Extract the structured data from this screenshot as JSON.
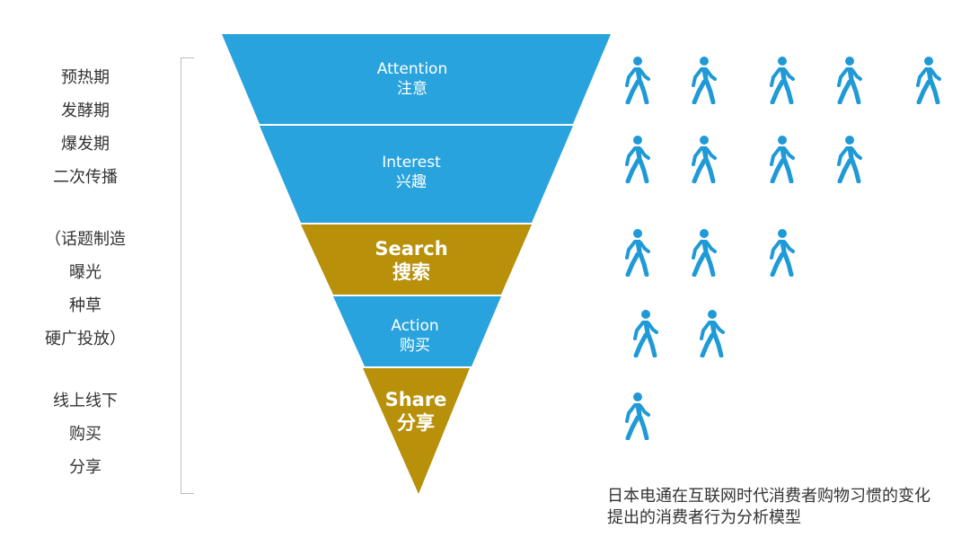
{
  "left_phases": {
    "group1": [
      "预热期",
      "发酵期",
      "爆发期",
      "二次传播"
    ],
    "group2": [
      "（话题制造",
      "曝光",
      "种草",
      "硬广投放）"
    ],
    "group3": [
      "线上线下",
      "购买",
      "分享"
    ]
  },
  "stages": [
    {
      "en": "Attention",
      "zh": "注意",
      "people": 5,
      "color": "#29a3dd",
      "emphasis": false
    },
    {
      "en": "Interest",
      "zh": "兴趣",
      "people": 4,
      "color": "#29a3dd",
      "emphasis": false
    },
    {
      "en": "Search",
      "zh": "搜索",
      "people": 3,
      "color": "#b8900a",
      "emphasis": true
    },
    {
      "en": "Action",
      "zh": "购买",
      "people": 2,
      "color": "#29a3dd",
      "emphasis": false
    },
    {
      "en": "Share",
      "zh": "分享",
      "people": 1,
      "color": "#b8900a",
      "emphasis": true
    }
  ],
  "icons": {
    "person": "walking-person-icon",
    "person_color": "#1f9ad6"
  },
  "caption": {
    "line1": "日本电通在互联网时代消费者购物习惯的变化",
    "line2": "提出的消费者行为分析模型"
  }
}
